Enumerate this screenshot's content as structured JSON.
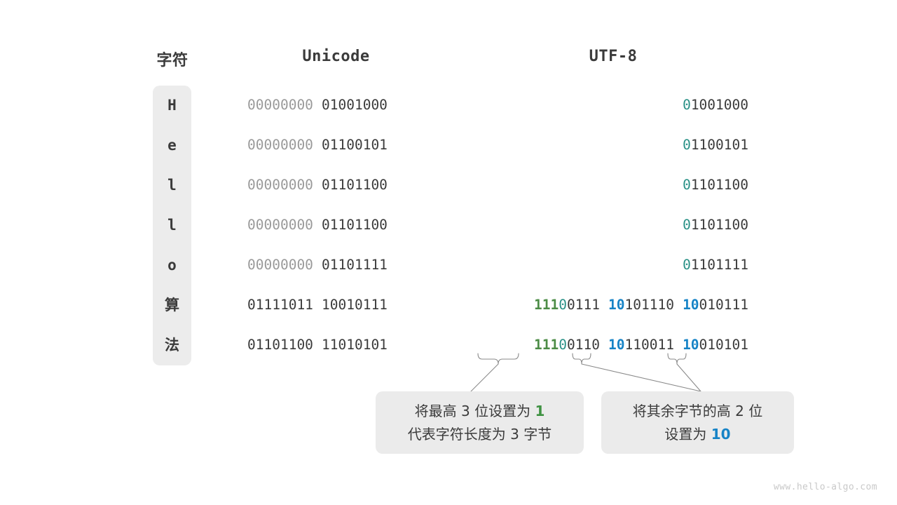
{
  "headers": {
    "character": "字符",
    "unicode": "Unicode",
    "utf8": "UTF-8"
  },
  "rows": [
    {
      "char": "H",
      "unicode": {
        "byte1": "00000000",
        "byte2": "01001000"
      },
      "utf8": {
        "lead_bits": "0",
        "lead_color": "teal",
        "rest": "1001000",
        "bytes": 1
      }
    },
    {
      "char": "e",
      "unicode": {
        "byte1": "00000000",
        "byte2": "01100101"
      },
      "utf8": {
        "lead_bits": "0",
        "lead_color": "teal",
        "rest": "1100101",
        "bytes": 1
      }
    },
    {
      "char": "l",
      "unicode": {
        "byte1": "00000000",
        "byte2": "01101100"
      },
      "utf8": {
        "lead_bits": "0",
        "lead_color": "teal",
        "rest": "1101100",
        "bytes": 1
      }
    },
    {
      "char": "l",
      "unicode": {
        "byte1": "00000000",
        "byte2": "01101100"
      },
      "utf8": {
        "lead_bits": "0",
        "lead_color": "teal",
        "rest": "1101100",
        "bytes": 1
      }
    },
    {
      "char": "o",
      "unicode": {
        "byte1": "00000000",
        "byte2": "01101111"
      },
      "utf8": {
        "lead_bits": "0",
        "lead_color": "teal",
        "rest": "1101111",
        "bytes": 1
      }
    },
    {
      "char": "算",
      "unicode": {
        "byte1": "01111011",
        "byte2": "10010111"
      },
      "utf8": {
        "bytes": 3,
        "b1_green": "111",
        "b1_teal": "0",
        "b1_rest": "0111",
        "b2_blue": "10",
        "b2_rest": "101110",
        "b3_blue": "10",
        "b3_rest": "010111"
      }
    },
    {
      "char": "法",
      "unicode": {
        "byte1": "01101100",
        "byte2": "11010101"
      },
      "utf8": {
        "bytes": 3,
        "b1_green": "111",
        "b1_teal": "0",
        "b1_rest": "0110",
        "b2_blue": "10",
        "b2_rest": "110011",
        "b3_blue": "10",
        "b3_rest": "010101"
      }
    }
  ],
  "callouts": [
    {
      "id": "lead-byte-note",
      "line1_a": "将最高 3 位设置为 ",
      "line1_hl": "1",
      "line1_hl_color": "green",
      "line2": "代表字符长度为 3 字节"
    },
    {
      "id": "continuation-byte-note",
      "line1": "将其余字节的高 2 位",
      "line2_a": "设置为 ",
      "line2_hl": "10",
      "line2_hl_color": "blue"
    }
  ],
  "colors": {
    "text": "#3b3b3b",
    "dim": "#9a9a9a",
    "teal": "#2a9187",
    "green": "#4c8c46",
    "blue": "#1683c6",
    "panel": "#ececec",
    "callout_bg": "#ebebeb",
    "watermark": "#c9c9c9",
    "background": "#ffffff"
  },
  "watermark": "www.hello-algo.com"
}
